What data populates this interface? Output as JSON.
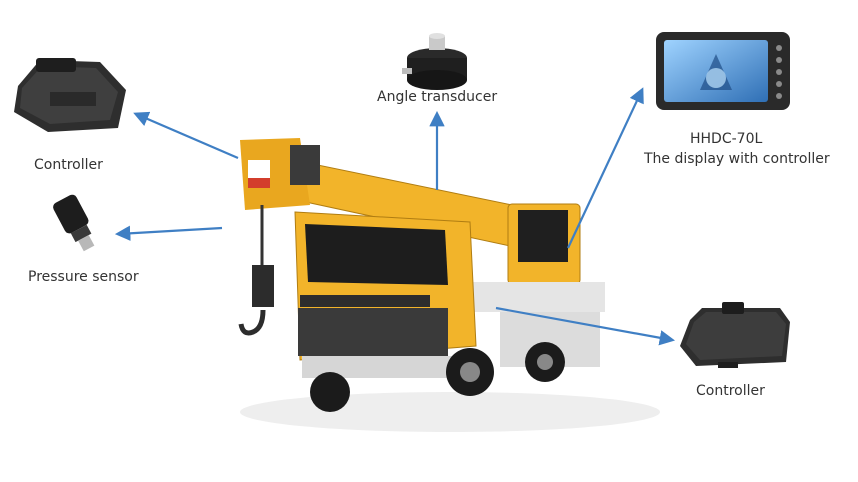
{
  "labels": {
    "controller_left": "Controller",
    "pressure_sensor": "Pressure sensor",
    "angle_transducer": "Angle transducer",
    "display_model": "HHDC-70L",
    "display_caption": "The display with controller",
    "controller_right": "Controller"
  },
  "colors": {
    "arrow": "#3f7fc4",
    "crane_yellow": "#f2b42a",
    "device_dark": "#2b2b2b",
    "screen_blue": "#4a9fe0"
  },
  "icons": {
    "controller_left": "ecu-controller-icon",
    "pressure_sensor": "pressure-sensor-icon",
    "angle_transducer": "angle-transducer-icon",
    "display": "display-controller-icon",
    "controller_right": "ecu-controller-icon",
    "truck": "truck-crane-image"
  }
}
